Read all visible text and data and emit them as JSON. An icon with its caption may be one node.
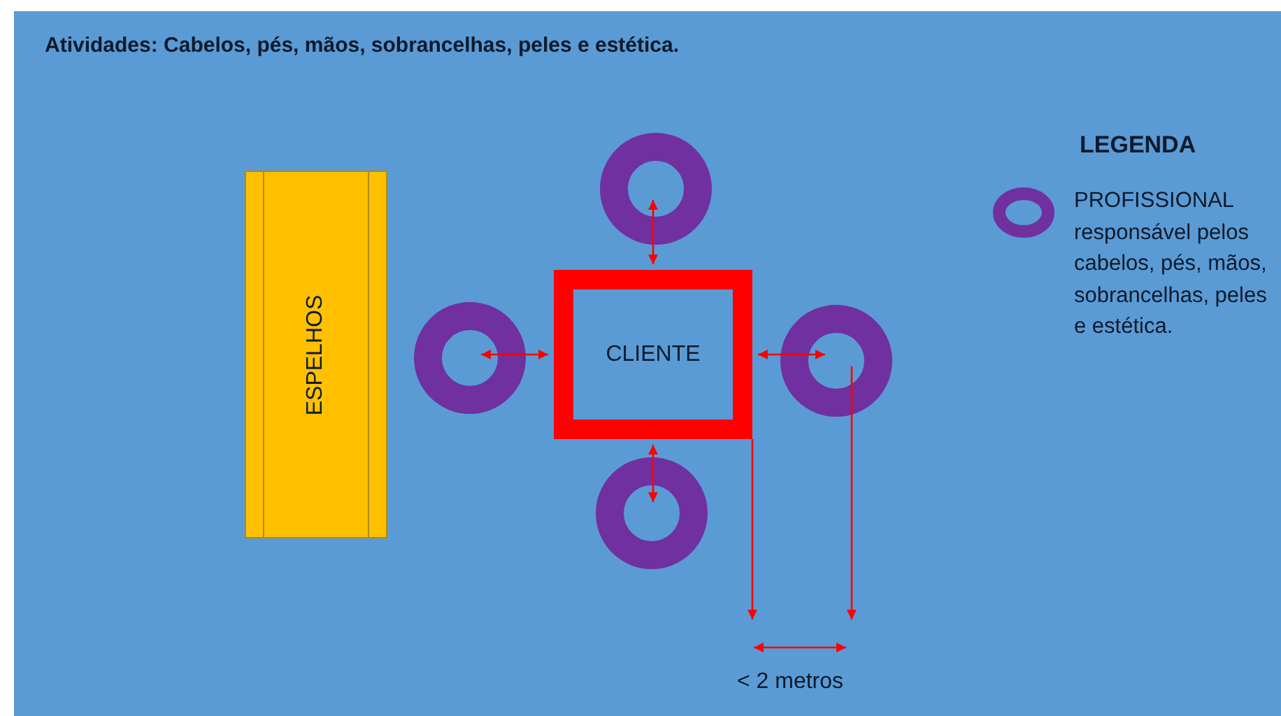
{
  "diagram": {
    "title": "Atividades: Cabelos, pés, mãos, sobrancelhas, peles e estética.",
    "nodes": [
      {
        "text": [
          "ESPELHOS"
        ]
      },
      {
        "text": [
          "CLIENTE"
        ]
      },
      {
        "text": [],
        "shape": "circle"
      },
      {
        "text": [],
        "shape": "circle"
      },
      {
        "text": [],
        "shape": "circle"
      },
      {
        "text": [],
        "shape": "circle"
      }
    ],
    "edges": [
      {
        "from": 2,
        "to": 1,
        "arrow": "both"
      },
      {
        "from": 3,
        "to": 1,
        "arrow": "both"
      },
      {
        "from": 4,
        "to": 1,
        "arrow": "both"
      },
      {
        "from": 5,
        "to": 1,
        "arrow": "both"
      }
    ],
    "labels": [
      "LEGENDA",
      "< 2 metros"
    ],
    "legend": [
      {
        "text": "PROFISSIONAL responsável pelos cabelos, pés, mãos, sobrancelhas, peles e estética."
      }
    ]
  }
}
